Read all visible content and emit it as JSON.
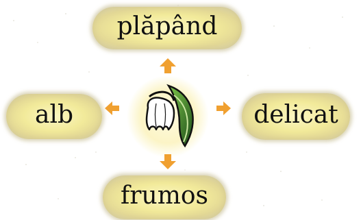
{
  "words": {
    "top": "plăpând",
    "left": "alb",
    "right": "delicat",
    "bottom": "frumos"
  },
  "center": {
    "icon": "lily-of-the-valley-icon"
  },
  "colors": {
    "box_fill": "#f2ea9a",
    "arrow": "#f0a030",
    "halo": "#fbf3c0",
    "leaf_dark": "#1f4f1a",
    "leaf_light": "#5fae3a"
  }
}
